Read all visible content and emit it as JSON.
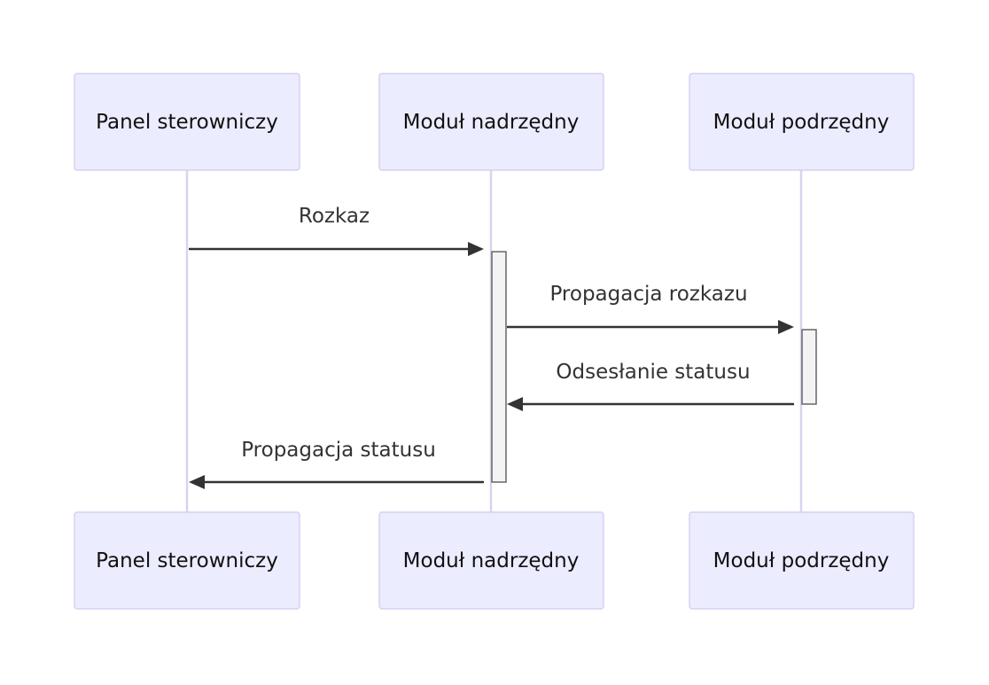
{
  "diagram": {
    "type": "sequence",
    "participants": [
      {
        "id": "panel",
        "label": "Panel sterowniczy"
      },
      {
        "id": "master",
        "label": "Moduł nadrzędny"
      },
      {
        "id": "slave",
        "label": "Moduł podrzędny"
      }
    ],
    "messages": [
      {
        "from": "panel",
        "to": "master",
        "label": "Rozkaz"
      },
      {
        "from": "master",
        "to": "slave",
        "label": "Propagacja rozkazu"
      },
      {
        "from": "slave",
        "to": "master",
        "label": "Odsesłanie statusu"
      },
      {
        "from": "master",
        "to": "panel",
        "label": "Propagacja statusu"
      }
    ],
    "colors": {
      "actor_fill": "#ececff",
      "actor_border": "#d6d0f0",
      "lifeline": "#dcd2ee",
      "arrow": "#333333",
      "activation_fill": "#f4f4f4",
      "activation_border": "#666666"
    }
  }
}
